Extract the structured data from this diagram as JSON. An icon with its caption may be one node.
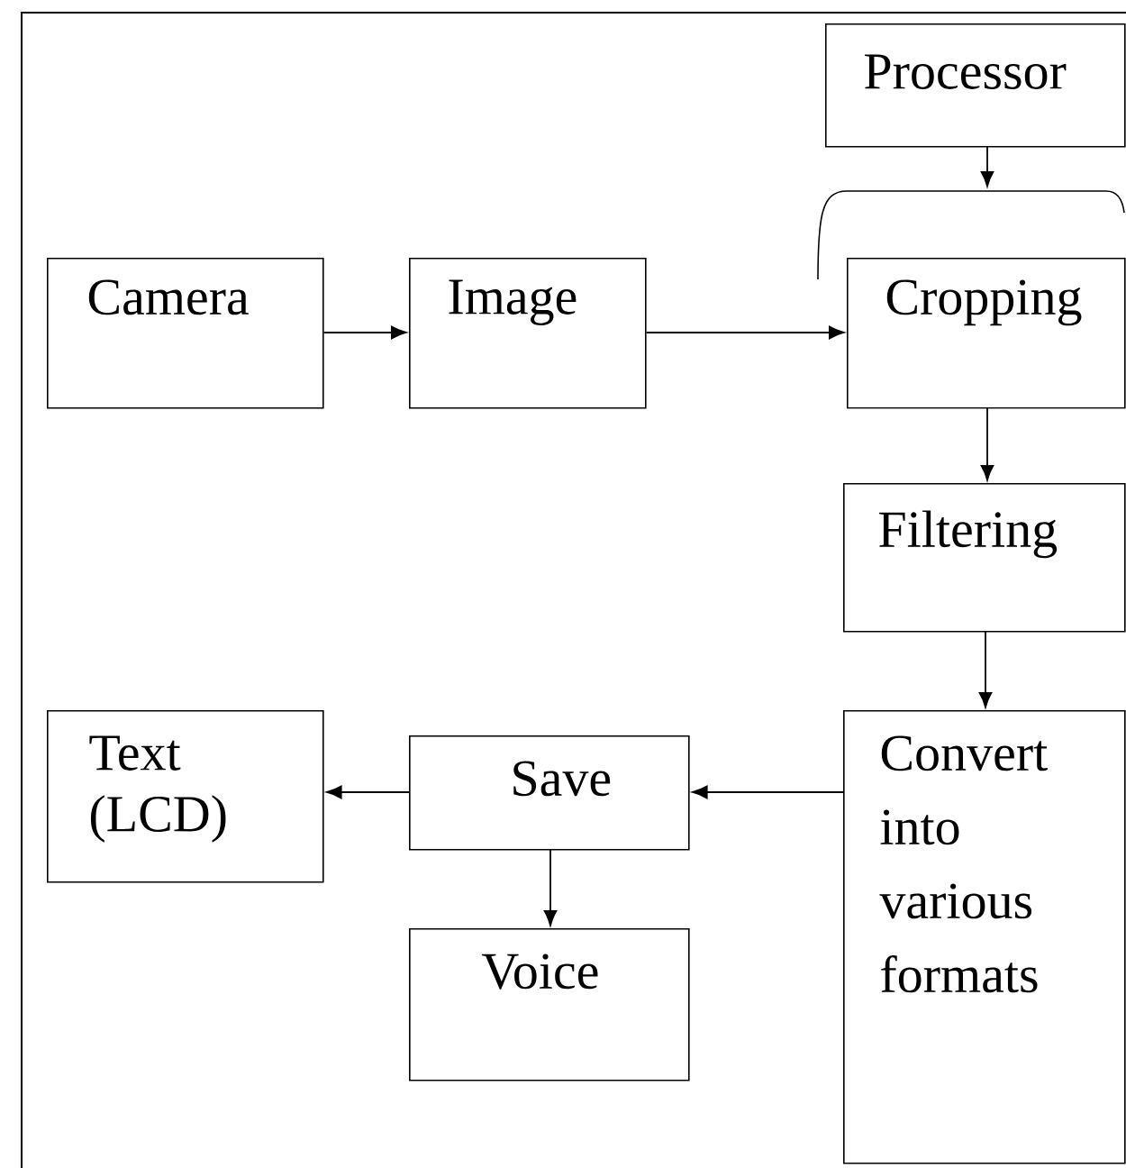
{
  "diagram": {
    "nodes": [
      {
        "text": [
          "Processor"
        ]
      },
      {
        "text": [
          "Camera"
        ]
      },
      {
        "text": [
          "Image"
        ]
      },
      {
        "text": [
          "Cropping"
        ]
      },
      {
        "text": [
          "Filtering"
        ]
      },
      {
        "text": [
          "Text (LCD)"
        ]
      },
      {
        "text": [
          "Save"
        ]
      },
      {
        "text": [
          "Convert into various formats"
        ]
      },
      {
        "text": [
          "Voice"
        ]
      }
    ],
    "edges": [
      {
        "from": 1,
        "to": 2,
        "arrow": "to"
      },
      {
        "from": 2,
        "to": 3,
        "arrow": "to"
      },
      {
        "from": 0,
        "to": 3,
        "arrow": "to"
      },
      {
        "from": 3,
        "to": 4,
        "arrow": "to"
      },
      {
        "from": 4,
        "to": 7,
        "arrow": "to"
      },
      {
        "from": 7,
        "to": 6,
        "arrow": "to"
      },
      {
        "from": 6,
        "to": 5,
        "arrow": "to"
      },
      {
        "from": 6,
        "to": 8,
        "arrow": "to"
      }
    ]
  }
}
